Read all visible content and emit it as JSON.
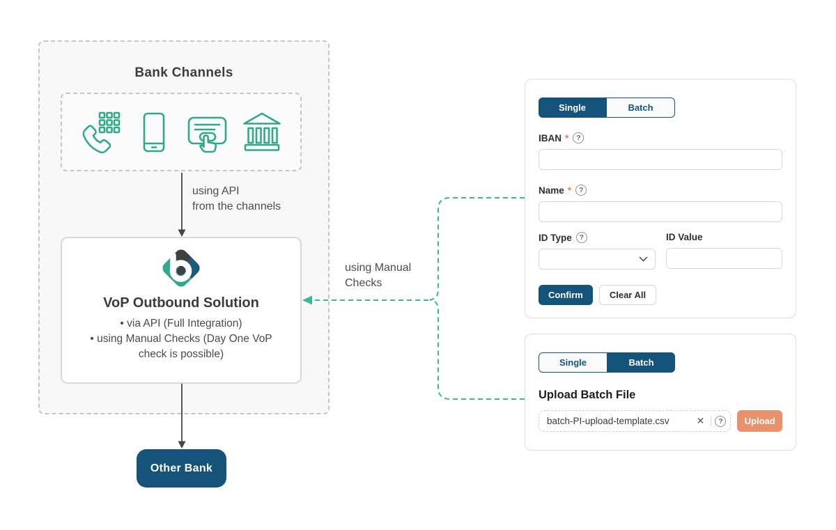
{
  "colors": {
    "navy": "#14537a",
    "teal_connector": "#3ab795",
    "icon_green": "#2faa87",
    "salmon": "#e9916d",
    "asterisk": "#ee7b5a"
  },
  "diagram": {
    "bank_channels_title": "Bank Channels",
    "channel_icons": [
      "phone-keypad-icon",
      "smartphone-icon",
      "card-tap-icon",
      "bank-building-icon"
    ],
    "api_label_line1": "using API",
    "api_label_line2": "from the channels",
    "vop_title": "VoP Outbound Solution",
    "vop_bullets": [
      "via API (Full Integration)",
      "using Manual Checks (Day One VoP check is possible)"
    ],
    "manual_label_line1": "using Manual",
    "manual_label_line2": "Checks",
    "other_bank_label": "Other Bank"
  },
  "single_form": {
    "tabs": [
      {
        "label": "Single"
      },
      {
        "label": "Batch"
      }
    ],
    "required_marker": "*",
    "help_glyph": "?",
    "iban_label": "IBAN",
    "iban_value": "",
    "name_label": "Name",
    "name_value": "",
    "id_type_label": "ID Type",
    "id_value_label": "ID Value",
    "id_value_value": "",
    "confirm_label": "Confirm",
    "clear_label": "Clear All"
  },
  "batch_form": {
    "tabs": [
      {
        "label": "Single"
      },
      {
        "label": "Batch"
      }
    ],
    "heading": "Upload Batch File",
    "file_name": "batch-PI-upload-template.csv",
    "clear_glyph": "✕",
    "help_glyph": "?",
    "upload_label": "Upload"
  }
}
